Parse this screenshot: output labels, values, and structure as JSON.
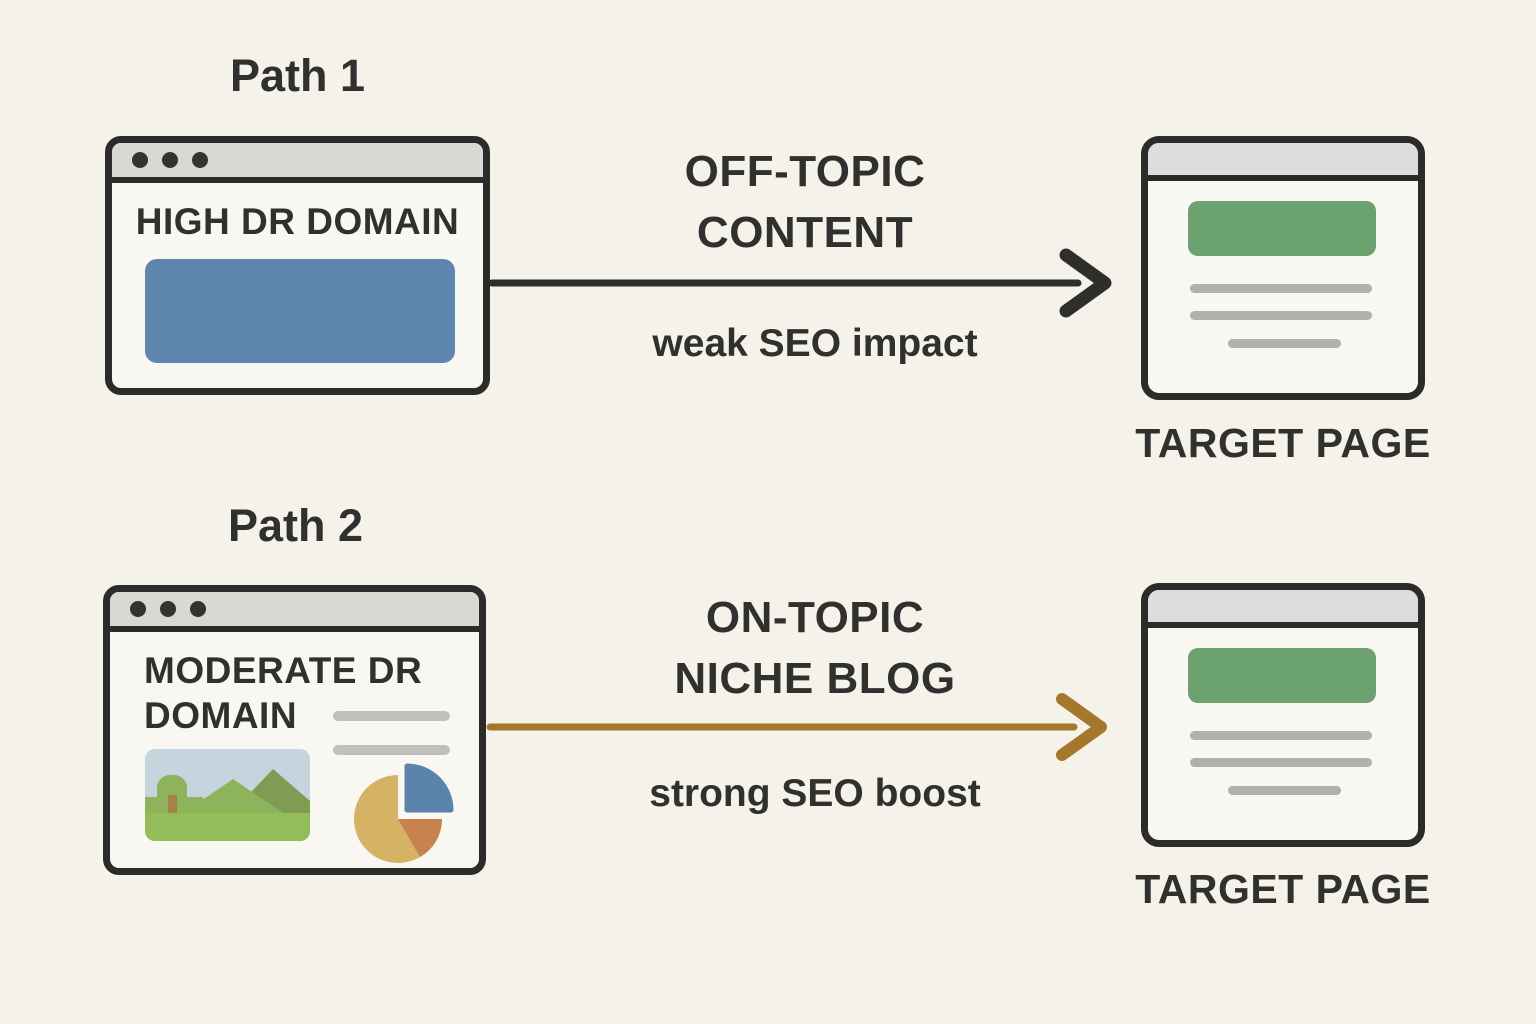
{
  "palette": {
    "background": "#f5f2ea",
    "ink": "#2b2b29",
    "window_bg": "#f9f7f1",
    "titlebar_gray": "#d8d8d4",
    "target_header_gray": "#dddddb",
    "blue_block": "#5d85ae",
    "green_block": "#6ba26f",
    "gray_line": "#b0b0ac",
    "black_arrow": "#2e2e2c",
    "gold_arrow": "#a5772b"
  },
  "paths": [
    {
      "title": "Path 1",
      "source": {
        "name": "HIGH DR DOMAIN"
      },
      "arrow": {
        "line1": "OFF-TOPIC",
        "line2": "CONTENT",
        "subtitle": "weak SEO impact",
        "color": "#2e2e2c"
      },
      "target": {
        "caption": "TARGET PAGE"
      }
    },
    {
      "title": "Path 2",
      "source": {
        "name": "MODERATE DR DOMAIN"
      },
      "arrow": {
        "line1": "ON-TOPIC",
        "line2": "NICHE BLOG",
        "subtitle": "strong SEO boost",
        "color": "#a5772b"
      },
      "target": {
        "caption": "TARGET PAGE"
      }
    }
  ]
}
